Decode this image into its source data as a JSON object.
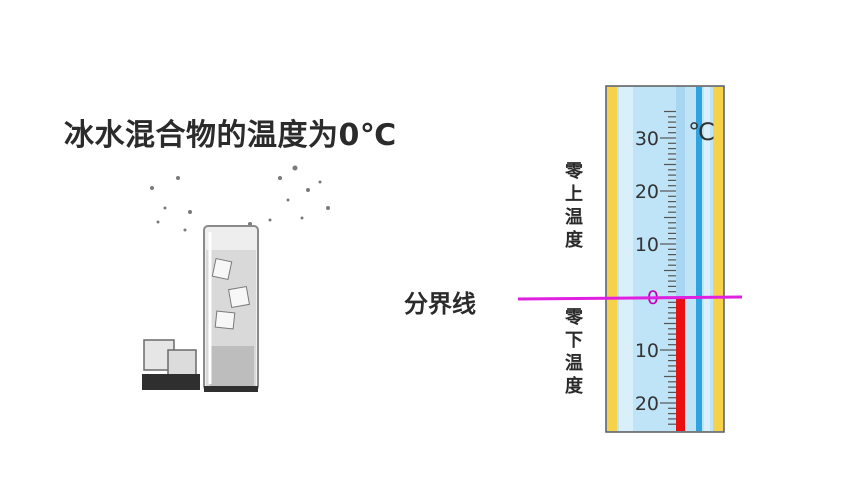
{
  "title": "冰水混合物的温度为0℃",
  "divider_label": "分界线",
  "above_zero_label": [
    "零",
    "上",
    "温",
    "度"
  ],
  "below_zero_label": [
    "零",
    "下",
    "温",
    "度"
  ],
  "thermometer": {
    "unit": "℃",
    "tick_labels": [
      "30",
      "20",
      "10",
      "0",
      "10",
      "20"
    ],
    "zero_label": "0",
    "range_min": -25,
    "range_max": 35,
    "current_reading": 0
  },
  "colors": {
    "frame_yellow": "#f6d24a",
    "tube_blue": "#bfe3f7",
    "liquid_red": "#e81010",
    "divider_magenta": "#e020e0",
    "zero_mark": "#c000c0"
  }
}
